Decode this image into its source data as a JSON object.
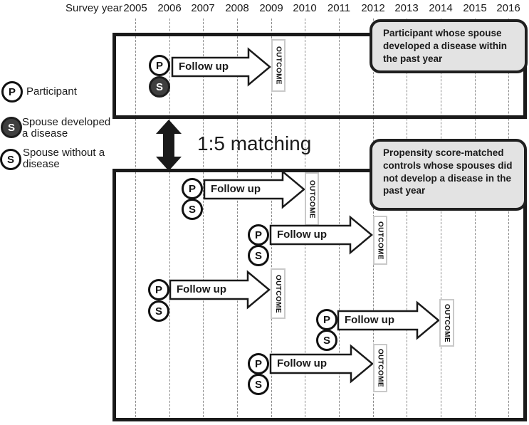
{
  "timeline": {
    "label": "Survey year",
    "years": [
      "2005",
      "2006",
      "2007",
      "2008",
      "2009",
      "2010",
      "2011",
      "2012",
      "2013",
      "2014",
      "2015",
      "2016"
    ]
  },
  "legend": {
    "participant": {
      "symbol": "P",
      "label": "Participant"
    },
    "spouse_disease": {
      "symbol": "S",
      "label": "Spouse developed\na disease"
    },
    "spouse_no_disease": {
      "symbol": "S",
      "label": "Spouse without a\ndisease"
    }
  },
  "matching_label": "1:5 matching",
  "callouts": {
    "exposed": "Participant whose spouse developed a disease within the past year",
    "controls": "Propensity score-matched controls whose spouses did not develop a disease in the past year"
  },
  "exposed_panel": {
    "participant_symbol": "P",
    "spouse_symbol": "S",
    "follow_up_label": "Follow up",
    "outcome_label": "OUTCOME"
  },
  "control_rows": [
    {
      "participant_symbol": "P",
      "spouse_symbol": "S",
      "follow_up_label": "Follow up",
      "outcome_label": "OUTCOME"
    },
    {
      "participant_symbol": "P",
      "spouse_symbol": "S",
      "follow_up_label": "Follow up",
      "outcome_label": "OUTCOME"
    },
    {
      "participant_symbol": "P",
      "spouse_symbol": "S",
      "follow_up_label": "Follow up",
      "outcome_label": "OUTCOME"
    },
    {
      "participant_symbol": "P",
      "spouse_symbol": "S",
      "follow_up_label": "Follow up",
      "outcome_label": "OUTCOME"
    },
    {
      "participant_symbol": "P",
      "spouse_symbol": "S",
      "follow_up_label": "Follow up",
      "outcome_label": "OUTCOME"
    }
  ],
  "colors": {
    "outline": "#1a1a1a",
    "spouse_disease_fill": "#3f3f3f",
    "callout_bg": "#e3e3e3",
    "gridline": "#8a8a8a",
    "outcome_border": "#c9c9c9"
  }
}
